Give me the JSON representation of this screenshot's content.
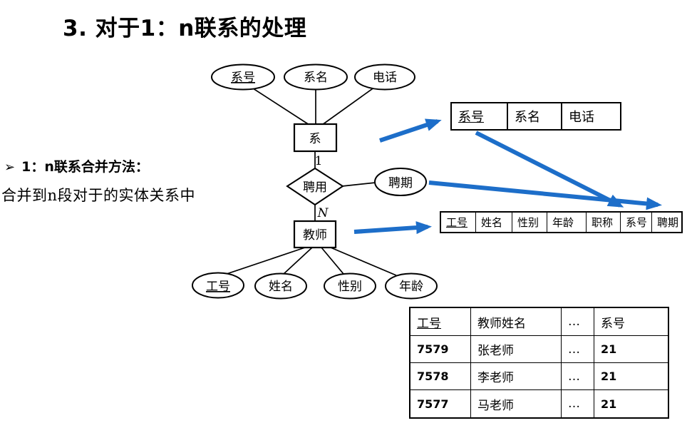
{
  "title": "3. 对于1：n联系的处理",
  "note": {
    "bullet": "➢",
    "line1": "1：n联系合并方法：",
    "line2": "合并到n段对于的实体关系中"
  },
  "er": {
    "dept_entity": "系",
    "teacher_entity": "教师",
    "relationship": "聘用",
    "cardinality_one": "1",
    "cardinality_n": "N",
    "dept_attrs": [
      {
        "label": "系号",
        "key": true
      },
      {
        "label": "系名",
        "key": false
      },
      {
        "label": "电话",
        "key": false
      }
    ],
    "rel_attr": {
      "label": "聘期"
    },
    "teacher_attrs": [
      {
        "label": "工号",
        "key": true
      },
      {
        "label": "姓名",
        "key": false
      },
      {
        "label": "性别",
        "key": false
      },
      {
        "label": "年龄",
        "key": false
      }
    ]
  },
  "tables": {
    "dept_schema": {
      "headers": [
        {
          "label": "系号",
          "key": true
        },
        {
          "label": "系名",
          "key": false
        },
        {
          "label": "电话",
          "key": false
        }
      ]
    },
    "teacher_schema": {
      "headers": [
        {
          "label": "工号",
          "key": true
        },
        {
          "label": "姓名",
          "key": false
        },
        {
          "label": "性别",
          "key": false
        },
        {
          "label": "年龄",
          "key": false
        },
        {
          "label": "职称",
          "key": false
        },
        {
          "label": "系号",
          "key": false
        },
        {
          "label": "聘期",
          "key": false
        }
      ]
    },
    "teacher_data": {
      "headers": [
        {
          "label": "工号",
          "key": true
        },
        {
          "label": "教师姓名",
          "key": false
        },
        {
          "label": "…",
          "key": false
        },
        {
          "label": "系号",
          "key": false
        }
      ],
      "rows": [
        [
          "7579",
          "张老师",
          "…",
          "21"
        ],
        [
          "7578",
          "李老师",
          "…",
          "21"
        ],
        [
          "7577",
          "马老师",
          "…",
          "21"
        ]
      ]
    }
  },
  "colors": {
    "arrow_blue": "#1d6ec9",
    "diagram_line": "#000000"
  }
}
